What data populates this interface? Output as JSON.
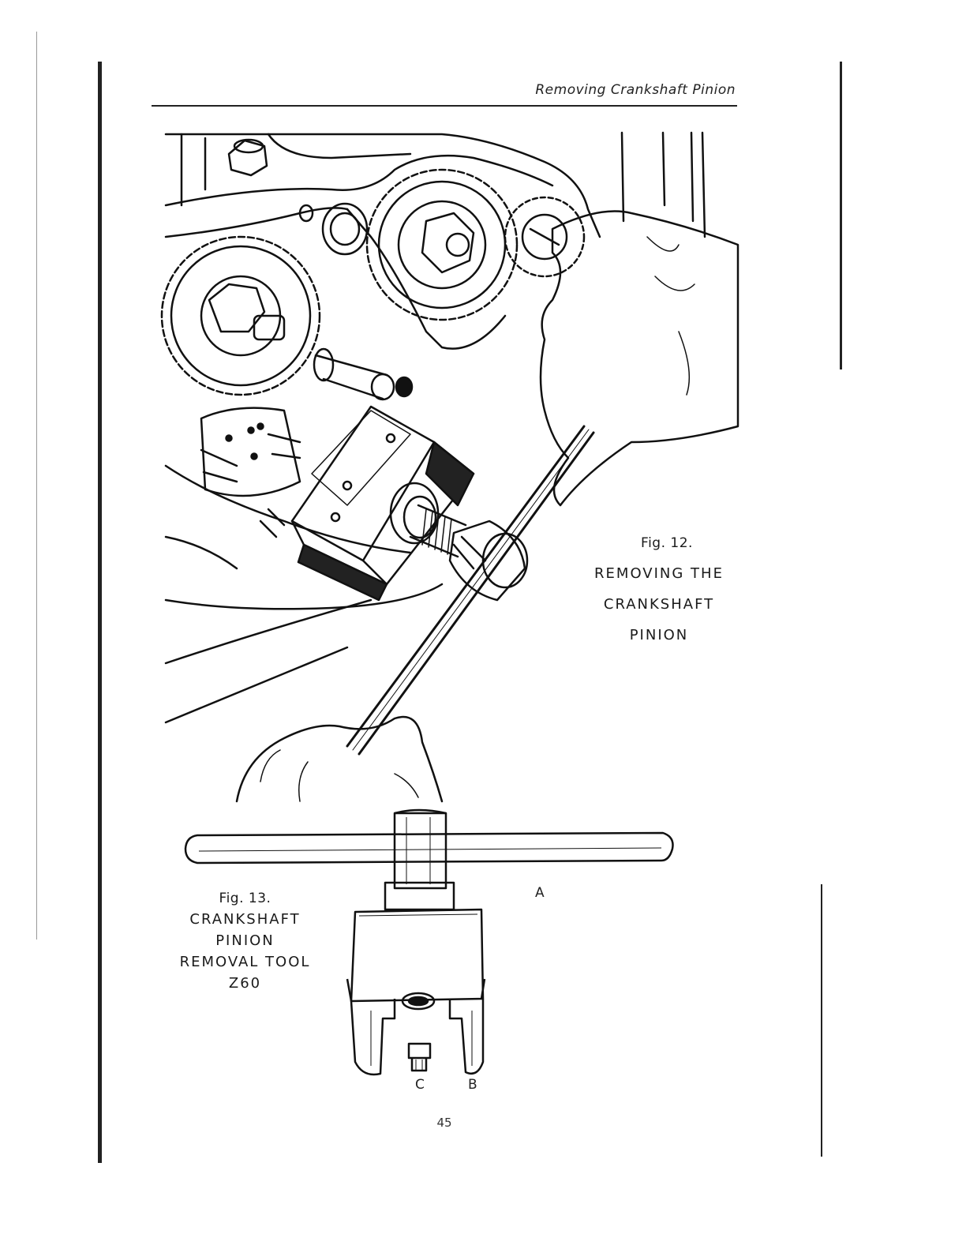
{
  "header": {
    "title": "Removing Crankshaft Pinion"
  },
  "figure_12": {
    "number": "Fig. 12.",
    "caption_lines": [
      "REMOVING THE",
      "CRANKSHAFT",
      "PINION"
    ]
  },
  "figure_13": {
    "number": "Fig. 13.",
    "caption_lines": [
      "CRANKSHAFT",
      "PINION",
      "REMOVAL TOOL",
      "Z60"
    ],
    "part_labels": {
      "a": "A",
      "b": "B",
      "c": "C"
    }
  },
  "page_number": "45"
}
